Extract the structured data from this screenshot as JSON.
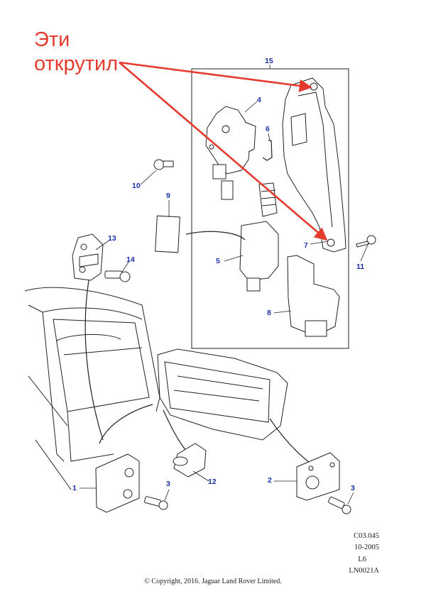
{
  "annotation": {
    "lines": [
      "Эти",
      "открутил"
    ],
    "color": "#e53b2e"
  },
  "callouts": {
    "c1": "1",
    "c2": "2",
    "c3a": "3",
    "c3b": "3",
    "c4": "4",
    "c5": "5",
    "c6": "6",
    "c7": "7",
    "c8": "8",
    "c9": "9",
    "c10": "10",
    "c11": "11",
    "c12": "12",
    "c13": "13",
    "c14": "14",
    "c15": "15"
  },
  "callout_color": "#1a2fa8",
  "meta": {
    "code": "C03.045",
    "date": "10-2005",
    "model": "L6",
    "ref": "LN0021A"
  },
  "copyright": "© Copyright, 2016. Jaguar Land Rover Limited."
}
